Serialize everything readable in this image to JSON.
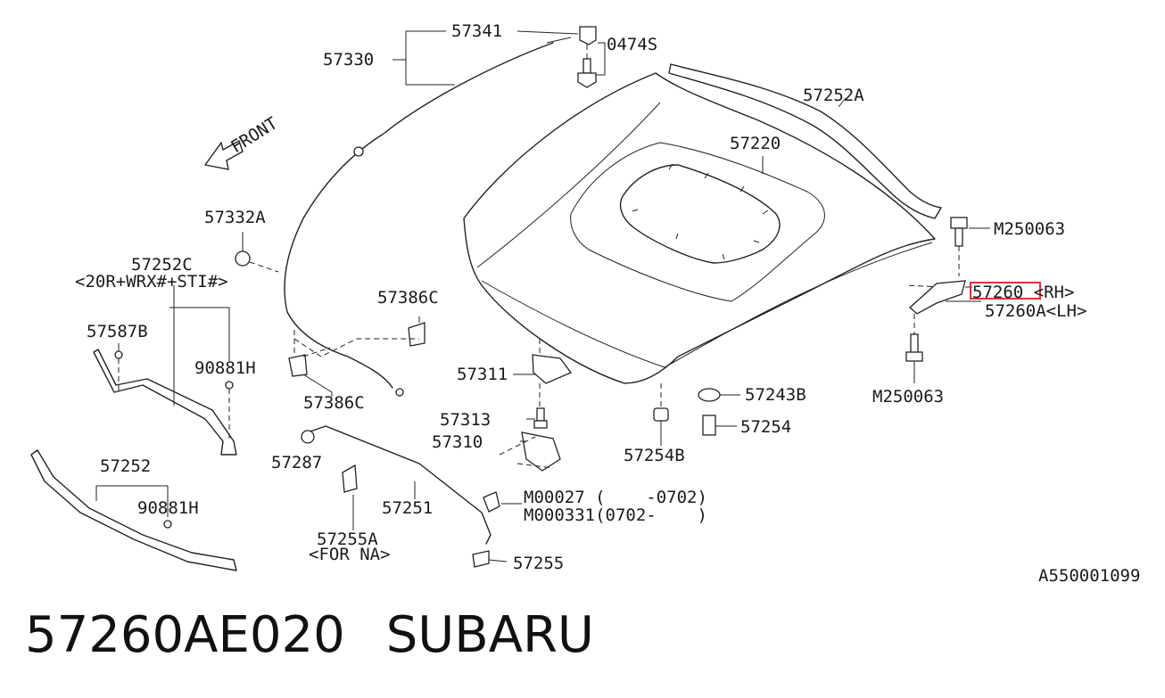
{
  "diagram": {
    "labels": {
      "p57341": "57341",
      "p57330": "57330",
      "p0474s": "0474S",
      "p57252a": "57252A",
      "p57220": "57220",
      "front": "FRONT",
      "p57332a": "57332A",
      "p57252c": "57252C",
      "p57252c_note": "<20R+WRX#+STI#>",
      "p57386c_top": "57386C",
      "p57386c_bottom": "57386C",
      "p57587b": "57587B",
      "p90881h_top": "90881H",
      "p90881h_bottom": "90881H",
      "p57252": "57252",
      "pm250063_top": "M250063",
      "pm250063_bottom": "M250063",
      "p57260_rh": "57260 <RH>",
      "p57260a_lh": "57260A<LH>",
      "p57243b": "57243B",
      "p57254": "57254",
      "p57254b": "57254B",
      "p57311": "57311",
      "p57313": "57313",
      "p57310": "57310",
      "p57287": "57287",
      "p57251": "57251",
      "p57255a": "57255A",
      "p57255a_note": "<FOR NA>",
      "p57255": "57255",
      "pm00027": "M00027 (    -0702)",
      "pm000331": "M000331(0702-    )",
      "ref": "A550001099"
    },
    "highlight_color": "#e0303a",
    "highlighted_part": "57260"
  },
  "caption": {
    "part_number": "57260AE020",
    "brand": "SUBARU"
  }
}
